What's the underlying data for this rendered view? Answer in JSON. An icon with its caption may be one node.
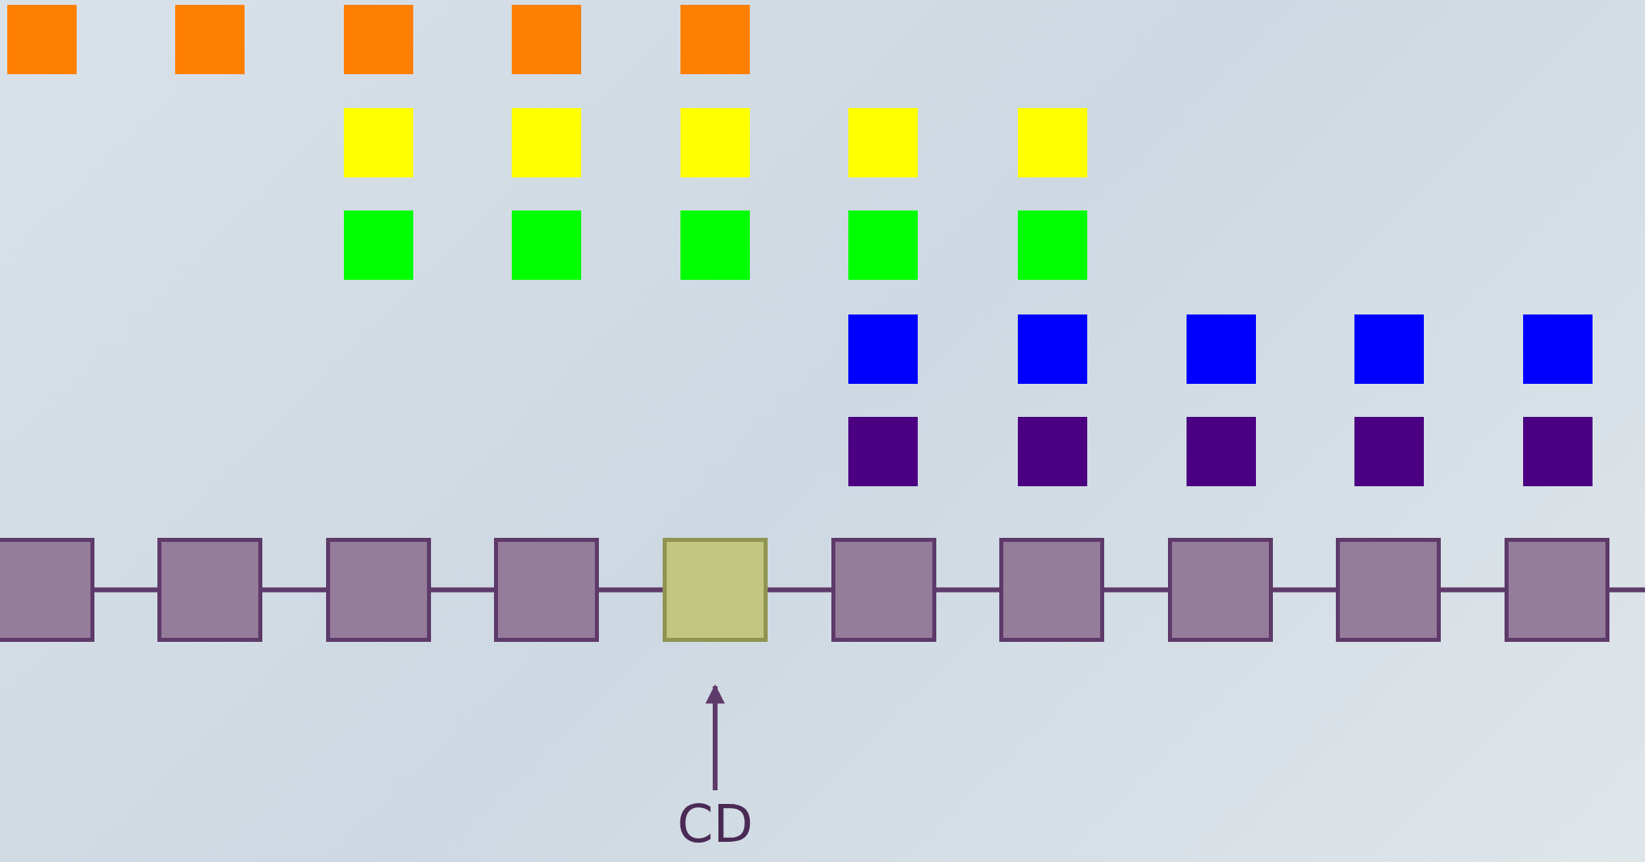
{
  "diagram": {
    "nodes": [
      {
        "text": [],
        "shape": "box"
      },
      {
        "text": [],
        "shape": "box"
      },
      {
        "text": [],
        "shape": "box"
      },
      {
        "text": [],
        "shape": "box"
      },
      {
        "text": [],
        "shape": "box"
      },
      {
        "text": [],
        "shape": "box"
      },
      {
        "text": [],
        "shape": "box"
      },
      {
        "text": [],
        "shape": "box"
      },
      {
        "text": [],
        "shape": "box"
      },
      {
        "text": [],
        "shape": "box"
      },
      {
        "text": [],
        "shape": "box"
      },
      {
        "text": [],
        "shape": "box"
      },
      {
        "text": [],
        "shape": "box"
      },
      {
        "text": [],
        "shape": "box"
      },
      {
        "text": [],
        "shape": "box"
      },
      {
        "text": [],
        "shape": "box"
      },
      {
        "text": [],
        "shape": "box"
      },
      {
        "text": [],
        "shape": "box"
      },
      {
        "text": [],
        "shape": "box"
      },
      {
        "text": [],
        "shape": "box"
      },
      {
        "text": [],
        "shape": "box"
      },
      {
        "text": [],
        "shape": "box"
      },
      {
        "text": [],
        "shape": "box"
      },
      {
        "text": [],
        "shape": "box"
      },
      {
        "text": [],
        "shape": "box"
      },
      {
        "text": [],
        "shape": "box"
      },
      {
        "text": [],
        "shape": "box"
      },
      {
        "text": [],
        "shape": "box"
      },
      {
        "text": [],
        "shape": "box"
      },
      {
        "text": [],
        "shape": "box"
      },
      {
        "text": [],
        "shape": "box"
      },
      {
        "text": [],
        "shape": "box"
      },
      {
        "text": [],
        "shape": "box"
      },
      {
        "text": [],
        "shape": "box"
      },
      {
        "text": [],
        "shape": "box"
      },
      {
        "text": [
          "CD"
        ]
      }
    ],
    "edges": [
      {
        "from": 25,
        "to": 26,
        "arrow": "none"
      },
      {
        "from": 26,
        "to": 27,
        "arrow": "none"
      },
      {
        "from": 27,
        "to": 28,
        "arrow": "none"
      },
      {
        "from": 28,
        "to": 29,
        "arrow": "none"
      },
      {
        "from": 29,
        "to": 30,
        "arrow": "none"
      },
      {
        "from": 30,
        "to": 31,
        "arrow": "none"
      },
      {
        "from": 31,
        "to": 32,
        "arrow": "none"
      },
      {
        "from": 32,
        "to": 33,
        "arrow": "none"
      },
      {
        "from": 33,
        "to": 34,
        "arrow": "none"
      },
      {
        "from": 34,
        "to": null,
        "arrow": "none"
      },
      {
        "from": 35,
        "to": 29,
        "arrow": "to"
      }
    ]
  }
}
